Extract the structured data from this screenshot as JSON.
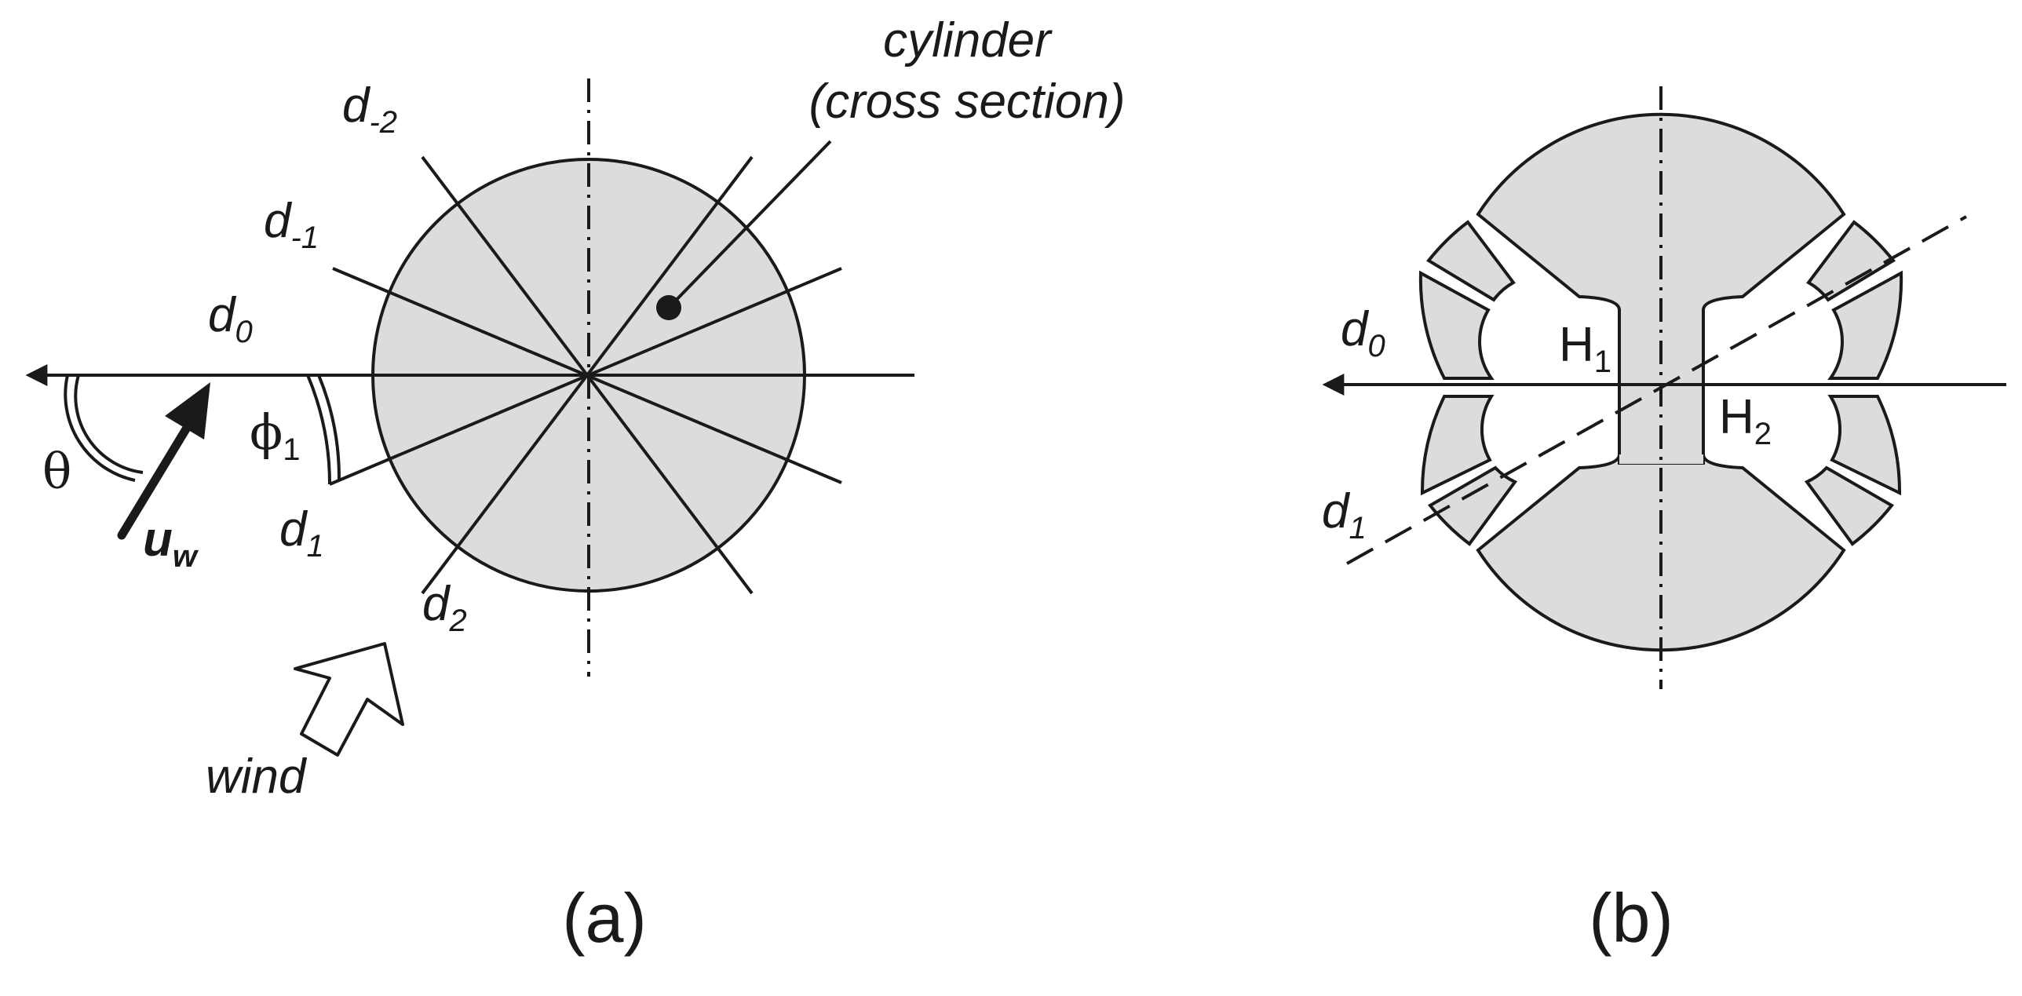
{
  "panel_a": {
    "caption": "(a)",
    "callout_line1": "cylinder",
    "callout_line2": "(cross section)",
    "wind_label": "wind",
    "velocity_label": "u",
    "velocity_sub": "w",
    "theta_label": "θ",
    "phi_label": "ϕ",
    "phi_sub": "1",
    "d": "d",
    "sub_m2": "-2",
    "sub_m1": "-1",
    "sub_0": "0",
    "sub_1": "1",
    "sub_2": "2"
  },
  "panel_b": {
    "caption": "(b)",
    "d": "d",
    "sub_0": "0",
    "sub_1": "1",
    "h1": "H",
    "h1_sub": "1",
    "h2": "H",
    "h2_sub": "2"
  },
  "colors": {
    "fill": "#dcdcdc",
    "stroke": "#1a1a1a",
    "background": "#ffffff"
  }
}
